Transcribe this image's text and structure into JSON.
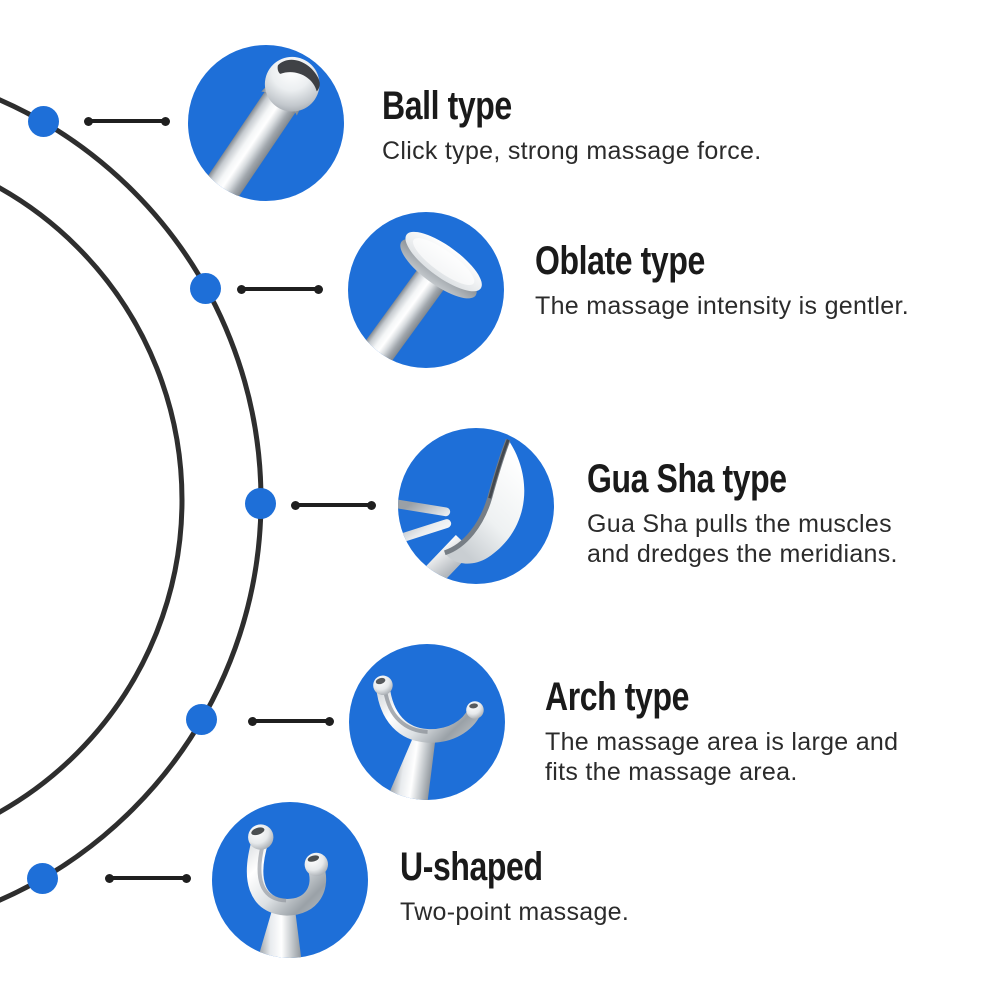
{
  "colors": {
    "background": "#ffffff",
    "accent_blue": "#1e6fd8",
    "arc_line": "#2e2e2e",
    "connector_line": "#1f1f1f",
    "title_text": "#1a1a1a",
    "body_text": "#2b2b2b"
  },
  "diagram": {
    "items": [
      {
        "title": "Ball type",
        "description": "Click type, strong massage force.",
        "image_name": "ball-massage-head-photo"
      },
      {
        "title": "Oblate type",
        "description": "The massage intensity is gentler.",
        "image_name": "oblate-massage-head-photo"
      },
      {
        "title": "Gua Sha type",
        "description": "Gua Sha pulls the muscles\nand dredges the meridians.",
        "image_name": "gua-sha-massage-head-photo"
      },
      {
        "title": "Arch type",
        "description": "The massage area is large and\nfits the massage area.",
        "image_name": "arch-massage-head-photo"
      },
      {
        "title": "U-shaped",
        "description": "Two-point massage.",
        "image_name": "u-shaped-massage-head-photo"
      }
    ]
  }
}
